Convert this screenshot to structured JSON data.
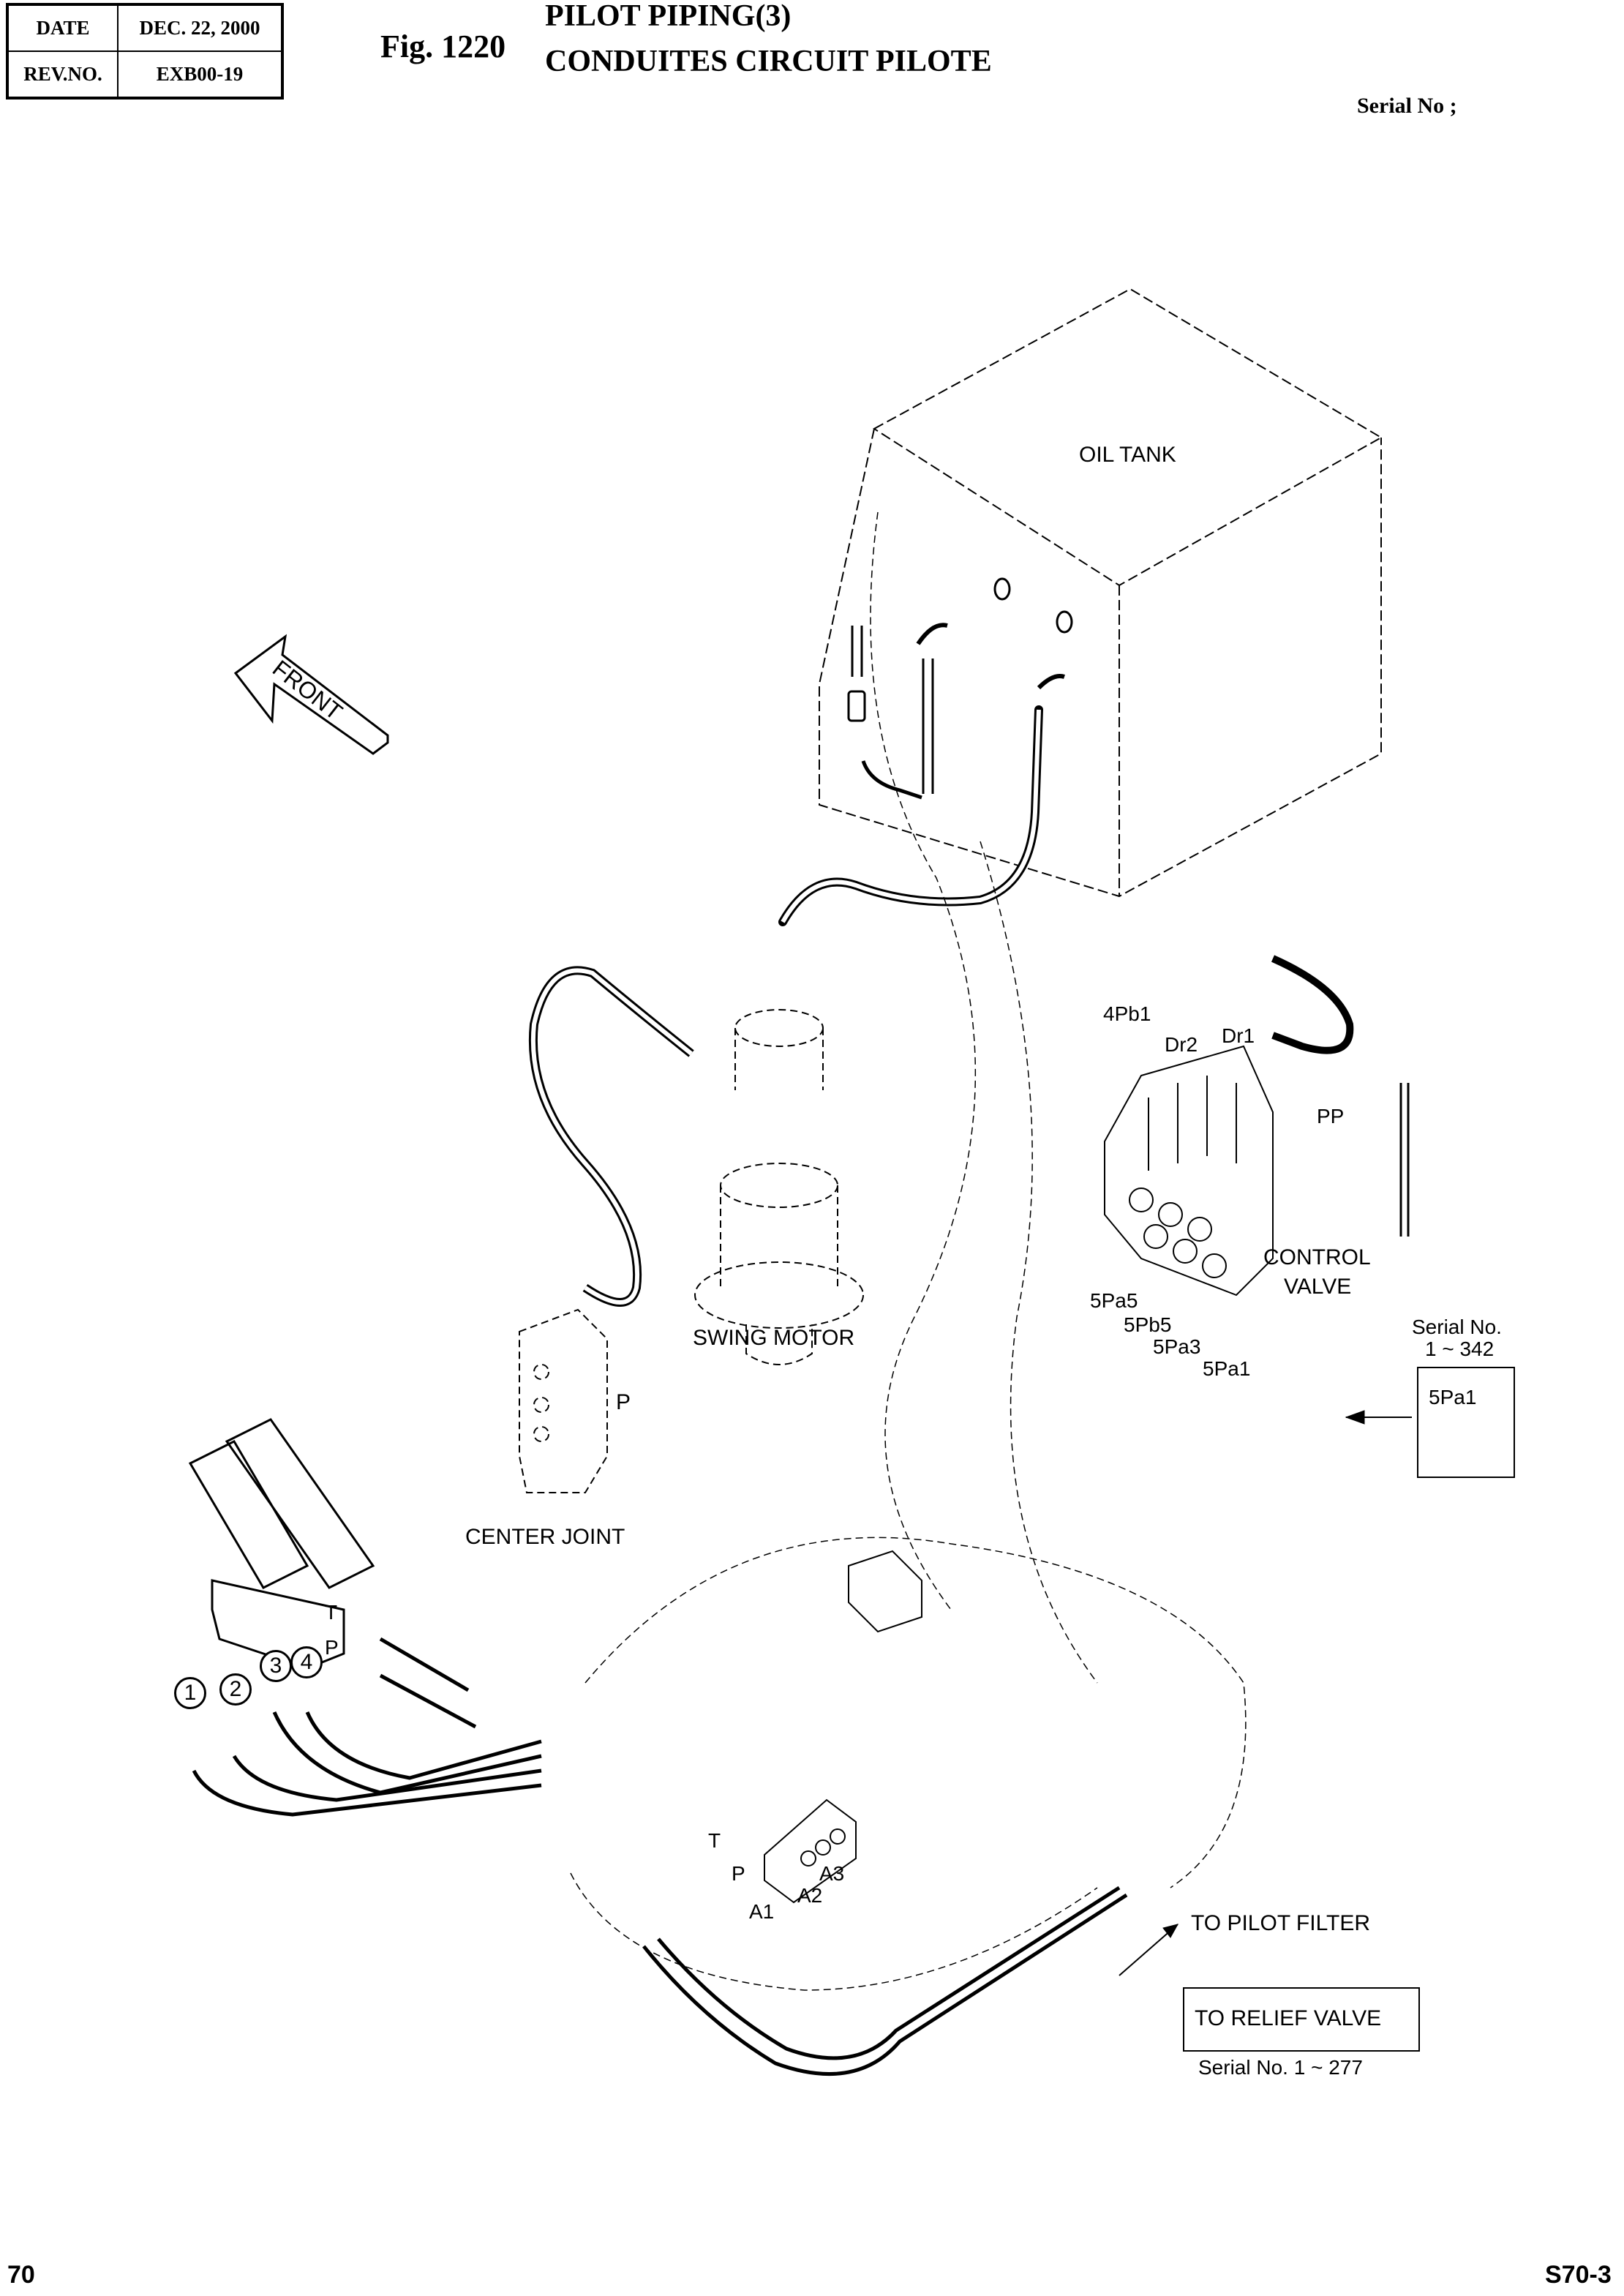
{
  "header": {
    "date_label": "DATE",
    "date_value": "DEC. 22, 2000",
    "rev_label": "REV.NO.",
    "rev_value": "EXB00-19",
    "figure_number": "Fig. 1220",
    "title_en": "PILOT PIPING(3)",
    "title_fr": "CONDUITES CIRCUIT PILOTE",
    "serial_label": "Serial No ;"
  },
  "diagram": {
    "direction_arrow": "FRONT",
    "components": {
      "oil_tank": "OIL TANK",
      "swing_motor": "SWING MOTOR",
      "center_joint": "CENTER JOINT",
      "control_valve_line1": "CONTROL",
      "control_valve_line2": "VALVE"
    },
    "port_labels": {
      "4Pb1": "4Pb1",
      "Dr2": "Dr2",
      "Dr1": "Dr1",
      "PP": "PP",
      "5Pa5": "5Pa5",
      "5Pb5": "5Pb5",
      "5Pa3": "5Pa3",
      "5Pa1": "5Pa1",
      "center_joint_P": "P",
      "pedal_T": "T",
      "pedal_P": "P",
      "block_T": "T",
      "block_P": "P",
      "A1": "A1",
      "A2": "A2",
      "A3": "A3"
    },
    "callout_numbers": [
      "1",
      "2",
      "3",
      "4"
    ],
    "inset": {
      "serial_line1": "Serial No.",
      "serial_line2": "1 ~ 342",
      "port": "5Pa1"
    },
    "destinations": {
      "pilot_filter": "TO PILOT FILTER",
      "relief_valve": "TO RELIEF VALVE",
      "relief_serial": "Serial No. 1 ~ 277"
    }
  },
  "footer": {
    "page_number": "70",
    "doc_code": "S70-3"
  }
}
